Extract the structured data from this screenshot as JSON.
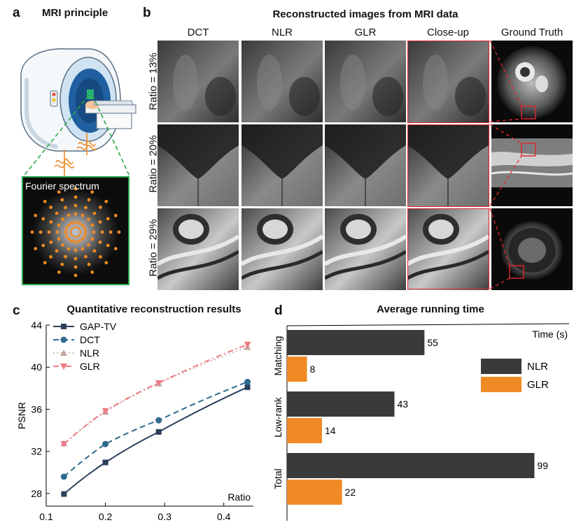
{
  "panel_a": {
    "letter": "a",
    "title": "MRI principle",
    "spectrum_label": "Fourier spectrum"
  },
  "panel_b": {
    "letter": "b",
    "title": "Reconstructed images from MRI data",
    "columns": [
      "DCT",
      "NLR",
      "GLR",
      "Close-up",
      "Ground Truth"
    ],
    "rows": [
      "Ratio = 13%",
      "Ratio = 20%",
      "Ratio = 29%"
    ]
  },
  "panel_c": {
    "letter": "c",
    "chart_data": {
      "type": "line",
      "title": "Quantitative reconstruction results",
      "xlabel": "Ratio",
      "ylabel": "PSNR",
      "xlim": [
        0.1,
        0.45
      ],
      "ylim": [
        26.8,
        44
      ],
      "xticks": [
        0.1,
        0.2,
        0.3,
        0.4
      ],
      "xtick_labels": [
        "0.1",
        "0.2",
        "0.3",
        "0.4"
      ],
      "yticks": [
        28,
        32,
        36,
        40,
        44
      ],
      "ytick_labels": [
        "28",
        "32",
        "36",
        "40",
        "44"
      ],
      "x": [
        0.13,
        0.2,
        0.29,
        0.44
      ],
      "legend_position": "top-left",
      "series": [
        {
          "name": "GAP-TV",
          "values": [
            27.95,
            30.95,
            33.85,
            38.1
          ],
          "color": "#2b3f5a",
          "dash": "solid",
          "marker": "square"
        },
        {
          "name": "DCT",
          "values": [
            29.6,
            32.7,
            34.95,
            38.6
          ],
          "color": "#2e6b8e",
          "dash": "dashed",
          "marker": "circle"
        },
        {
          "name": "NLR",
          "values": [
            32.75,
            35.75,
            38.45,
            41.9
          ],
          "color": "#c4a5a0",
          "dash": "dotted",
          "marker": "triangle-up"
        },
        {
          "name": "GLR",
          "values": [
            32.7,
            35.85,
            38.5,
            42.15
          ],
          "color": "#ef7b84",
          "dash": "dashdot",
          "marker": "triangle-down"
        }
      ]
    }
  },
  "panel_d": {
    "letter": "d",
    "chart_data": {
      "type": "bar",
      "orientation": "horizontal",
      "title": "Average running time",
      "xlabel": "Time (s)",
      "xlim": [
        0,
        100
      ],
      "categories": [
        "Matching",
        "Low-rank",
        "Total"
      ],
      "legend_position": "right",
      "series": [
        {
          "name": "NLR",
          "values": [
            55,
            43,
            99
          ],
          "color": "#3a3a3a",
          "labels": [
            "55",
            "43",
            "99"
          ]
        },
        {
          "name": "GLR",
          "values": [
            8,
            14,
            22
          ],
          "color": "#f08a24",
          "labels": [
            "8",
            "14",
            "22"
          ]
        }
      ]
    }
  }
}
